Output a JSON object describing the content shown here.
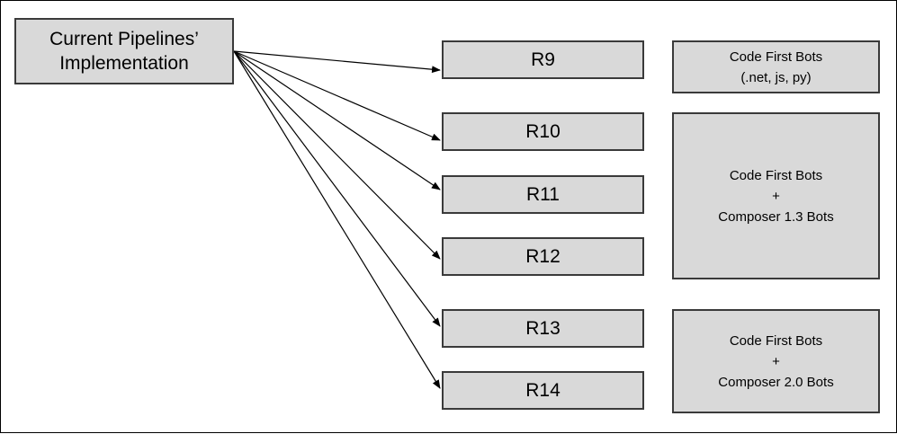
{
  "source": {
    "line1": "Current Pipelines’",
    "line2": "Implementation"
  },
  "releases": [
    {
      "label": "R9"
    },
    {
      "label": "R10"
    },
    {
      "label": "R11"
    },
    {
      "label": "R12"
    },
    {
      "label": "R13"
    },
    {
      "label": "R14"
    }
  ],
  "groups": [
    {
      "line1": "Code First Bots",
      "line2": "(.net, js, py)",
      "line3": ""
    },
    {
      "line1": "Code First Bots",
      "line2": "+",
      "line3": "Composer 1.3 Bots"
    },
    {
      "line1": "Code First Bots",
      "line2": "+",
      "line3": "Composer 2.0 Bots"
    }
  ],
  "colors": {
    "box_fill": "#d9d9d9",
    "box_border": "#3a3a3a",
    "arrow": "#000000"
  }
}
